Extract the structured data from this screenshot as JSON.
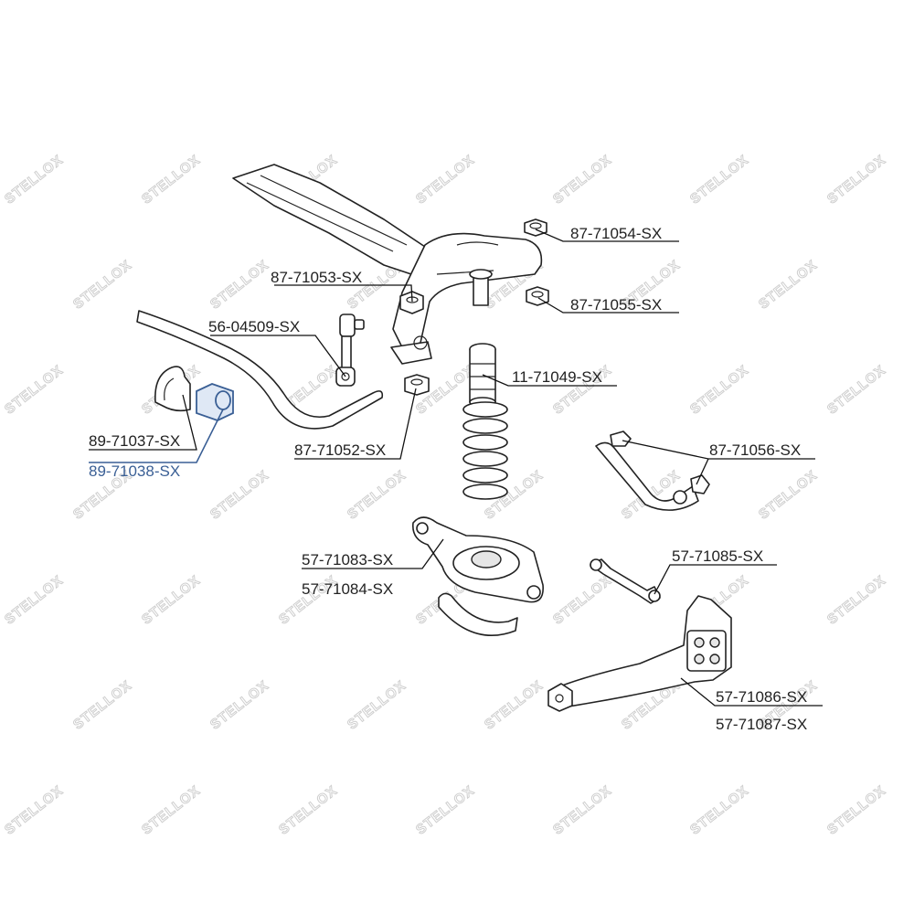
{
  "watermark": {
    "text": "STELLOX"
  },
  "colors": {
    "highlight": "#3a5f95",
    "line": "#222222",
    "watermark": "#cfcfcf"
  },
  "parts": [
    {
      "id": "p1",
      "label": "87-71054-SX",
      "highlighted": false
    },
    {
      "id": "p2",
      "label": "87-71053-SX",
      "highlighted": false
    },
    {
      "id": "p3",
      "label": "87-71055-SX",
      "highlighted": false
    },
    {
      "id": "p4",
      "label": "56-04509-SX",
      "highlighted": false
    },
    {
      "id": "p5",
      "label": "11-71049-SX",
      "highlighted": false
    },
    {
      "id": "p6",
      "label": "89-71037-SX",
      "highlighted": false
    },
    {
      "id": "p7",
      "label": "89-71038-SX",
      "highlighted": true
    },
    {
      "id": "p8",
      "label": "87-71052-SX",
      "highlighted": false
    },
    {
      "id": "p9",
      "label": "87-71056-SX",
      "highlighted": false
    },
    {
      "id": "p10",
      "label": "57-71083-SX",
      "highlighted": false
    },
    {
      "id": "p11",
      "label": "57-71084-SX",
      "highlighted": false
    },
    {
      "id": "p12",
      "label": "57-71085-SX",
      "highlighted": false
    },
    {
      "id": "p13",
      "label": "57-71086-SX",
      "highlighted": false
    },
    {
      "id": "p14",
      "label": "57-71087-SX",
      "highlighted": false
    }
  ]
}
